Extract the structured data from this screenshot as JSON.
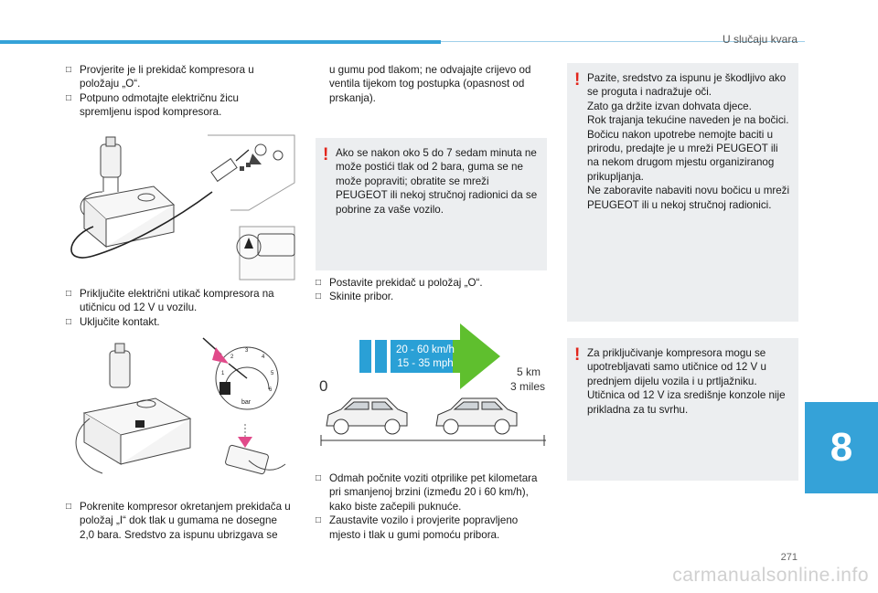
{
  "header": {
    "section_title": "U slučaju kvara"
  },
  "chapter": {
    "number": "8"
  },
  "footer": {
    "page_number": "271",
    "watermark": "carmanualsonline.info"
  },
  "col1": {
    "block1": [
      "Provjerite je li prekidač kompresora u položaju „O“.",
      "Potpuno odmotajte električnu žicu spremljenu ispod kompresora."
    ],
    "block2": [
      "Priključite električni utikač kompresora na utičnicu od 12 V u vozilu.",
      "Uključite kontakt."
    ],
    "gauge": {
      "unit": "bar",
      "ticks": [
        "1",
        "2",
        "3",
        "4",
        "5",
        "6"
      ]
    },
    "block3": "Pokrenite kompresor okretanjem prekidača u položaj „I“ dok tlak u gumama ne dosegne 2,0 bara. Sredstvo za ispunu ubrizgava se"
  },
  "col2": {
    "cont_text": "u gumu pod tlakom; ne odvajajte crijevo od ventila tijekom tog postupka (opasnost od prskanja).",
    "warning": "Ako se nakon oko 5 do 7 sedam minuta ne može postići tlak od 2 bara, guma se ne može popraviti; obratite se mreži PEUGEOT ili nekoj stručnoj radionici da se pobrine za vaše vozilo.",
    "block_a": [
      "Postavite prekidač u položaj „O“.",
      "Skinite pribor."
    ],
    "speed": {
      "line1": "20 - 60 km/h",
      "line2": "15 - 35 mph",
      "start": "0",
      "dist1": "5 km",
      "dist2": "3 miles",
      "accent": "#2aa0d6",
      "arrow_color": "#5fbf2e"
    },
    "block_b": [
      "Odmah počnite voziti otprilike pet kilometara pri smanjenoj brzini (između 20 i 60 km/h), kako biste začepili puknuće.",
      "Zaustavite vozilo i provjerite popravljeno mjesto i tlak u gumi pomoću pribora."
    ]
  },
  "col3": {
    "warning1": [
      "Pazite, sredstvo za ispunu je škodljivo ako se proguta i nadražuje oči.",
      "Zato ga držite izvan dohvata djece.",
      "Rok trajanja tekućine naveden je na bočici.",
      "Bočicu nakon upotrebe nemojte baciti u prirodu, predajte je u mreži PEUGEOT ili na nekom drugom mjestu organiziranog prikupljanja.",
      "Ne zaboravite nabaviti novu bočicu u mreži PEUGEOT ili u nekoj stručnoj radionici."
    ],
    "warning2": [
      "Za priključivanje kompresora mogu se upotrebljavati samo utičnice od 12 V u prednjem dijelu vozila i u prtljažniku.",
      "Utičnica od 12 V iza središnje konzole nije prikladna za tu svrhu."
    ]
  },
  "colors": {
    "accent": "#35a2d8",
    "warning_red": "#e2261c",
    "warning_bg": "#eceef0"
  }
}
